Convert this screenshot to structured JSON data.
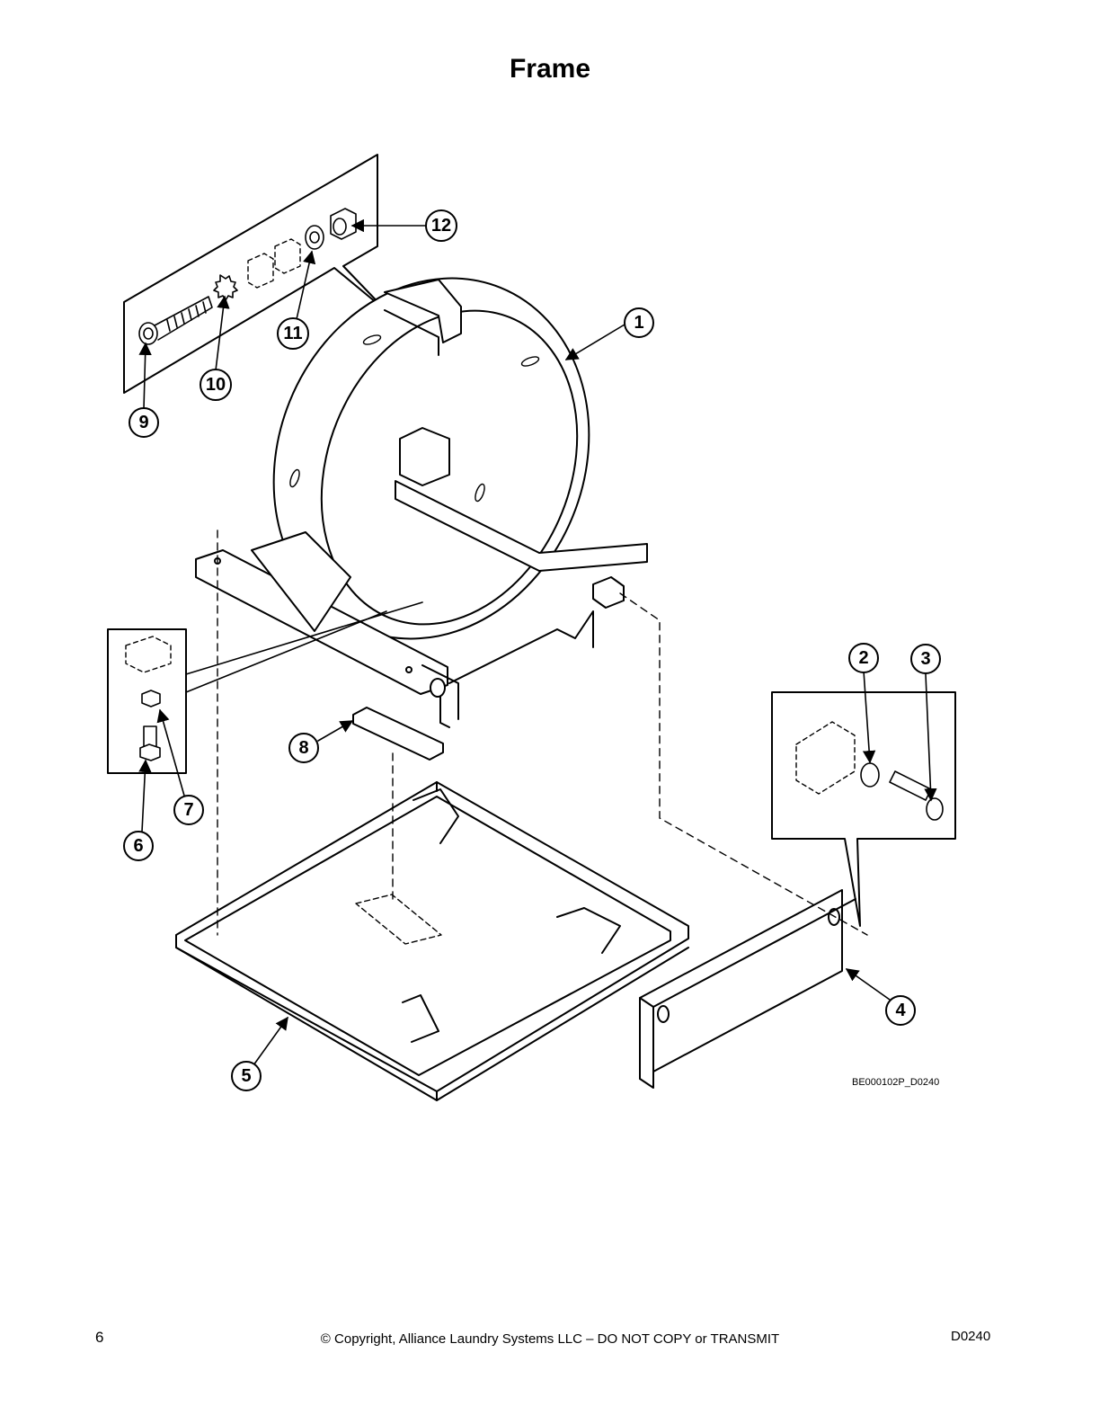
{
  "title": "Frame",
  "reference_code": "BE000102P_D0240",
  "footer": {
    "page_number": "6",
    "copyright": "© Copyright, Alliance Laundry Systems LLC – DO NOT COPY or TRANSMIT",
    "doc_code": "D0240"
  },
  "callouts": [
    {
      "id": "1",
      "label": "1"
    },
    {
      "id": "2",
      "label": "2"
    },
    {
      "id": "3",
      "label": "3"
    },
    {
      "id": "4",
      "label": "4"
    },
    {
      "id": "5",
      "label": "5"
    },
    {
      "id": "6",
      "label": "6"
    },
    {
      "id": "7",
      "label": "7"
    },
    {
      "id": "8",
      "label": "8"
    },
    {
      "id": "9",
      "label": "9"
    },
    {
      "id": "10",
      "label": "10"
    },
    {
      "id": "11",
      "label": "11"
    },
    {
      "id": "12",
      "label": "12"
    }
  ]
}
